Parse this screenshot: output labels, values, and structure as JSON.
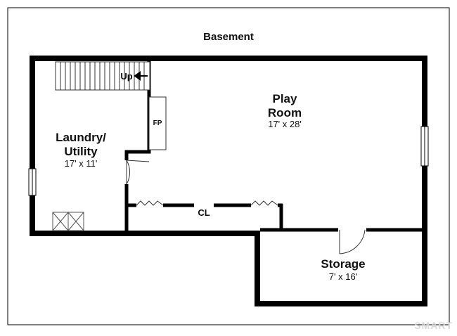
{
  "floor_title": "Basement",
  "rooms": {
    "laundry": {
      "name_line1": "Laundry/",
      "name_line2": "Utility",
      "dims": "17' x 11'"
    },
    "play": {
      "name_line1": "Play",
      "name_line2": "Room",
      "dims": "17' x 28'"
    },
    "storage": {
      "name": "Storage",
      "dims": "7' x 16'"
    }
  },
  "fixtures": {
    "stairs_label": "Up",
    "fireplace_label": "FP",
    "closet_label": "CL"
  },
  "watermark": "SMART"
}
